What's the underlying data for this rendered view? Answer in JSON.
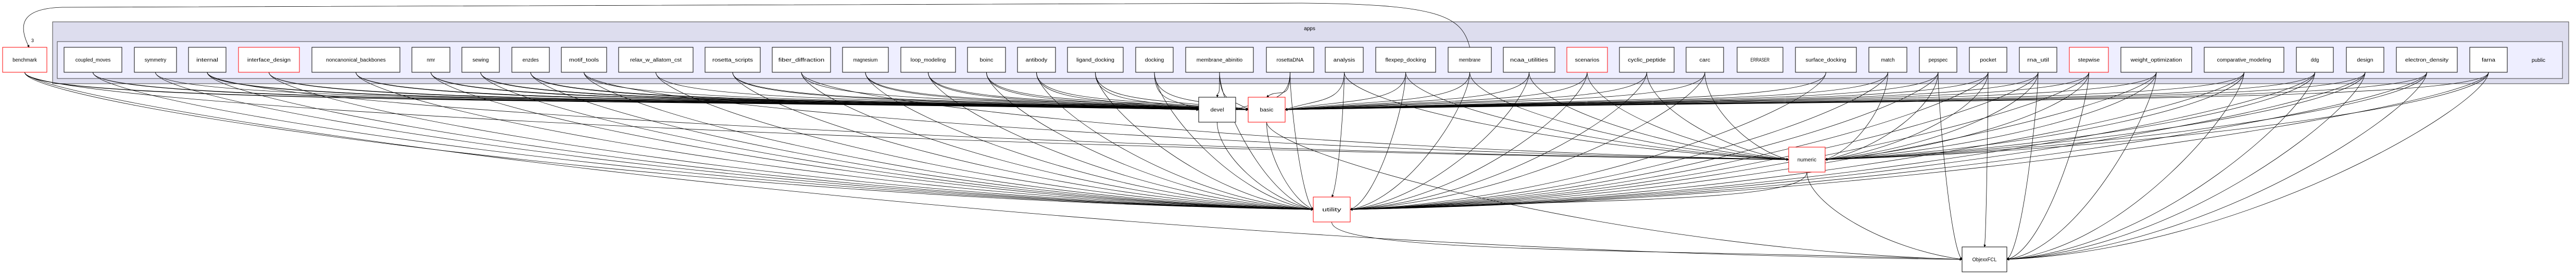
{
  "graph": {
    "outer_cluster_label": "apps",
    "inner_cluster_label": "public",
    "colors": {
      "outer_fill": "#ddddee",
      "inner_fill": "#eeeeff",
      "node_border": "#000000",
      "highlight_border": "#ff0000",
      "edge": "#000000"
    },
    "app_nodes": [
      {
        "name": "coupled_moves",
        "red": false
      },
      {
        "name": "symmetry",
        "red": false
      },
      {
        "name": "internal",
        "red": false
      },
      {
        "name": "interface_design",
        "red": true
      },
      {
        "name": "noncanonical_backbones",
        "red": false
      },
      {
        "name": "nmr",
        "red": false
      },
      {
        "name": "sewing",
        "red": false
      },
      {
        "name": "enzdes",
        "red": false
      },
      {
        "name": "motif_tools",
        "red": false
      },
      {
        "name": "relax_w_allatom_cst",
        "red": false
      },
      {
        "name": "rosetta_scripts",
        "red": false
      },
      {
        "name": "fiber_diffraction",
        "red": false
      },
      {
        "name": "magnesium",
        "red": false
      },
      {
        "name": "loop_modeling",
        "red": false
      },
      {
        "name": "boinc",
        "red": false
      },
      {
        "name": "antibody",
        "red": false
      },
      {
        "name": "ligand_docking",
        "red": false
      },
      {
        "name": "docking",
        "red": false
      },
      {
        "name": "membrane_abinitio",
        "red": false
      },
      {
        "name": "rosettaDNA",
        "red": false
      },
      {
        "name": "analysis",
        "red": false
      },
      {
        "name": "flexpep_docking",
        "red": false
      },
      {
        "name": "membrane",
        "red": false
      },
      {
        "name": "ncaa_utilities",
        "red": false
      },
      {
        "name": "scenarios",
        "red": true
      },
      {
        "name": "cyclic_peptide",
        "red": false
      },
      {
        "name": "carc",
        "red": false
      },
      {
        "name": "ERRASER",
        "red": false
      },
      {
        "name": "surface_docking",
        "red": false
      },
      {
        "name": "match",
        "red": false
      },
      {
        "name": "pepspec",
        "red": false
      },
      {
        "name": "pocket",
        "red": false
      },
      {
        "name": "rna_util",
        "red": false
      },
      {
        "name": "stepwise",
        "red": true
      },
      {
        "name": "weight_optimization",
        "red": false
      },
      {
        "name": "comparative_modeling",
        "red": false
      },
      {
        "name": "ddg",
        "red": false
      },
      {
        "name": "design",
        "red": false
      },
      {
        "name": "electron_density",
        "red": false
      },
      {
        "name": "farna",
        "red": false
      }
    ],
    "external_nodes": [
      {
        "name": "benchmark",
        "red": true
      },
      {
        "name": "devel",
        "red": false
      },
      {
        "name": "basic",
        "red": true
      },
      {
        "name": "utility",
        "red": true
      },
      {
        "name": "numeric",
        "red": true
      },
      {
        "name": "ObjexxFCL",
        "red": false
      }
    ],
    "special_edges": [
      {
        "from": "membrane",
        "to": "benchmark",
        "label": "3"
      }
    ],
    "edges": [
      [
        "benchmark",
        "utility"
      ],
      [
        "benchmark",
        "basic"
      ],
      [
        "benchmark",
        "devel"
      ],
      [
        "benchmark",
        "numeric"
      ],
      [
        "benchmark",
        "ObjexxFCL"
      ],
      [
        "coupled_moves",
        "utility"
      ],
      [
        "coupled_moves",
        "basic"
      ],
      [
        "coupled_moves",
        "devel"
      ],
      [
        "symmetry",
        "utility"
      ],
      [
        "symmetry",
        "basic"
      ],
      [
        "internal",
        "utility"
      ],
      [
        "internal",
        "basic"
      ],
      [
        "internal",
        "devel"
      ],
      [
        "internal",
        "numeric"
      ],
      [
        "interface_design",
        "utility"
      ],
      [
        "interface_design",
        "basic"
      ],
      [
        "interface_design",
        "devel"
      ],
      [
        "noncanonical_backbones",
        "utility"
      ],
      [
        "noncanonical_backbones",
        "basic"
      ],
      [
        "noncanonical_backbones",
        "devel"
      ],
      [
        "nmr",
        "utility"
      ],
      [
        "nmr",
        "basic"
      ],
      [
        "nmr",
        "devel"
      ],
      [
        "sewing",
        "utility"
      ],
      [
        "sewing",
        "basic"
      ],
      [
        "sewing",
        "devel"
      ],
      [
        "enzdes",
        "utility"
      ],
      [
        "enzdes",
        "basic"
      ],
      [
        "enzdes",
        "devel"
      ],
      [
        "motif_tools",
        "utility"
      ],
      [
        "motif_tools",
        "basic"
      ],
      [
        "motif_tools",
        "numeric"
      ],
      [
        "relax_w_allatom_cst",
        "utility"
      ],
      [
        "relax_w_allatom_cst",
        "basic"
      ],
      [
        "rosetta_scripts",
        "utility"
      ],
      [
        "rosetta_scripts",
        "basic"
      ],
      [
        "rosetta_scripts",
        "devel"
      ],
      [
        "fiber_diffraction",
        "utility"
      ],
      [
        "fiber_diffraction",
        "basic"
      ],
      [
        "fiber_diffraction",
        "numeric"
      ],
      [
        "magnesium",
        "utility"
      ],
      [
        "magnesium",
        "basic"
      ],
      [
        "magnesium",
        "devel"
      ],
      [
        "loop_modeling",
        "utility"
      ],
      [
        "loop_modeling",
        "basic"
      ],
      [
        "loop_modeling",
        "devel"
      ],
      [
        "boinc",
        "utility"
      ],
      [
        "boinc",
        "basic"
      ],
      [
        "boinc",
        "devel"
      ],
      [
        "antibody",
        "utility"
      ],
      [
        "antibody",
        "basic"
      ],
      [
        "antibody",
        "devel"
      ],
      [
        "ligand_docking",
        "utility"
      ],
      [
        "ligand_docking",
        "basic"
      ],
      [
        "ligand_docking",
        "devel"
      ],
      [
        "docking",
        "utility"
      ],
      [
        "docking",
        "basic"
      ],
      [
        "docking",
        "devel"
      ],
      [
        "membrane_abinitio",
        "utility"
      ],
      [
        "membrane_abinitio",
        "basic"
      ],
      [
        "membrane_abinitio",
        "devel"
      ],
      [
        "rosettaDNA",
        "utility"
      ],
      [
        "rosettaDNA",
        "basic"
      ],
      [
        "rosettaDNA",
        "devel"
      ],
      [
        "analysis",
        "utility"
      ],
      [
        "analysis",
        "basic"
      ],
      [
        "analysis",
        "numeric"
      ],
      [
        "flexpep_docking",
        "utility"
      ],
      [
        "flexpep_docking",
        "basic"
      ],
      [
        "flexpep_docking",
        "numeric"
      ],
      [
        "membrane",
        "utility"
      ],
      [
        "membrane",
        "basic"
      ],
      [
        "membrane",
        "numeric"
      ],
      [
        "ncaa_utilities",
        "utility"
      ],
      [
        "ncaa_utilities",
        "basic"
      ],
      [
        "ncaa_utilities",
        "numeric"
      ],
      [
        "scenarios",
        "utility"
      ],
      [
        "scenarios",
        "basic"
      ],
      [
        "scenarios",
        "numeric"
      ],
      [
        "cyclic_peptide",
        "utility"
      ],
      [
        "cyclic_peptide",
        "basic"
      ],
      [
        "cyclic_peptide",
        "numeric"
      ],
      [
        "carc",
        "utility"
      ],
      [
        "carc",
        "basic"
      ],
      [
        "carc",
        "numeric"
      ],
      [
        "surface_docking",
        "utility"
      ],
      [
        "surface_docking",
        "basic"
      ],
      [
        "match",
        "utility"
      ],
      [
        "match",
        "basic"
      ],
      [
        "match",
        "numeric"
      ],
      [
        "pepspec",
        "utility"
      ],
      [
        "pepspec",
        "basic"
      ],
      [
        "pepspec",
        "numeric"
      ],
      [
        "pepspec",
        "ObjexxFCL"
      ],
      [
        "pocket",
        "utility"
      ],
      [
        "pocket",
        "basic"
      ],
      [
        "pocket",
        "numeric"
      ],
      [
        "pocket",
        "ObjexxFCL"
      ],
      [
        "rna_util",
        "utility"
      ],
      [
        "rna_util",
        "basic"
      ],
      [
        "rna_util",
        "numeric"
      ],
      [
        "rna_util",
        "ObjexxFCL"
      ],
      [
        "stepwise",
        "utility"
      ],
      [
        "stepwise",
        "basic"
      ],
      [
        "stepwise",
        "numeric"
      ],
      [
        "stepwise",
        "ObjexxFCL"
      ],
      [
        "weight_optimization",
        "utility"
      ],
      [
        "weight_optimization",
        "basic"
      ],
      [
        "weight_optimization",
        "numeric"
      ],
      [
        "weight_optimization",
        "ObjexxFCL"
      ],
      [
        "comparative_modeling",
        "utility"
      ],
      [
        "comparative_modeling",
        "basic"
      ],
      [
        "comparative_modeling",
        "numeric"
      ],
      [
        "comparative_modeling",
        "ObjexxFCL"
      ],
      [
        "ddg",
        "utility"
      ],
      [
        "ddg",
        "basic"
      ],
      [
        "ddg",
        "numeric"
      ],
      [
        "ddg",
        "ObjexxFCL"
      ],
      [
        "design",
        "utility"
      ],
      [
        "design",
        "basic"
      ],
      [
        "design",
        "numeric"
      ],
      [
        "design",
        "ObjexxFCL"
      ],
      [
        "electron_density",
        "utility"
      ],
      [
        "electron_density",
        "basic"
      ],
      [
        "electron_density",
        "numeric"
      ],
      [
        "electron_density",
        "ObjexxFCL"
      ],
      [
        "farna",
        "utility"
      ],
      [
        "farna",
        "basic"
      ],
      [
        "farna",
        "numeric"
      ],
      [
        "farna",
        "ObjexxFCL"
      ],
      [
        "basic",
        "utility"
      ],
      [
        "basic",
        "ObjexxFCL"
      ],
      [
        "devel",
        "utility"
      ],
      [
        "numeric",
        "utility"
      ],
      [
        "numeric",
        "ObjexxFCL"
      ],
      [
        "utility",
        "ObjexxFCL"
      ]
    ]
  }
}
